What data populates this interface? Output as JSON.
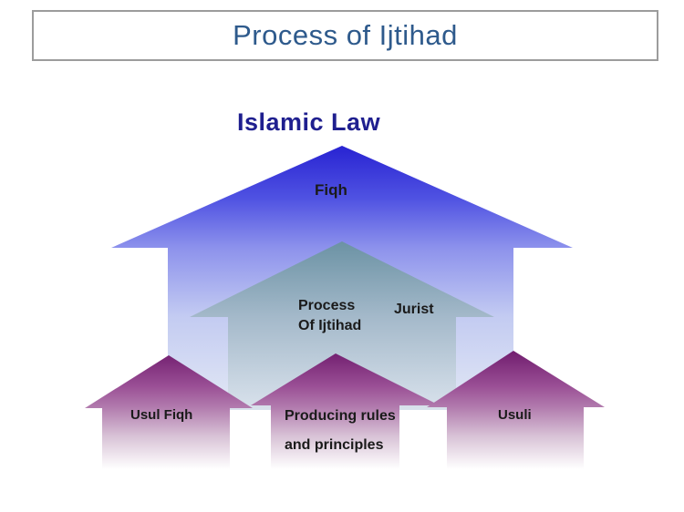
{
  "title": {
    "text": "Process of Ijtihad",
    "color": "#2e5a8c",
    "border_color": "#9c9c9c"
  },
  "diagram": {
    "top_label": "Islamic Law",
    "top_label_color": "#1f1f8f",
    "label_color": "#1a1a1a",
    "arrows": {
      "fiqh": {
        "label": "Fiqh",
        "color_top": "#2823d2",
        "color_mid": "#8d92ec",
        "color_bottom": "#e2e8f4"
      },
      "process": {
        "line1": "Process",
        "line2": "Of Ijtihad",
        "side_label": "Jurist",
        "color_top": "#6b92a4",
        "color_mid": "#a4b9ca",
        "color_bottom": "#d9e2ec"
      },
      "usul_fiqh": {
        "label": "Usul Fiqh",
        "color_top": "#711d6e",
        "color_mid": "#9a4f95",
        "color_bottom": "#ffffff"
      },
      "producing": {
        "line1": "Producing rules",
        "line2": "and principles",
        "color_top": "#711d6e",
        "color_mid": "#9a4f95",
        "color_bottom": "#ffffff"
      },
      "usuli": {
        "label": "Usuli",
        "color_top": "#711d6e",
        "color_mid": "#9a4f95",
        "color_bottom": "#ffffff"
      }
    }
  }
}
